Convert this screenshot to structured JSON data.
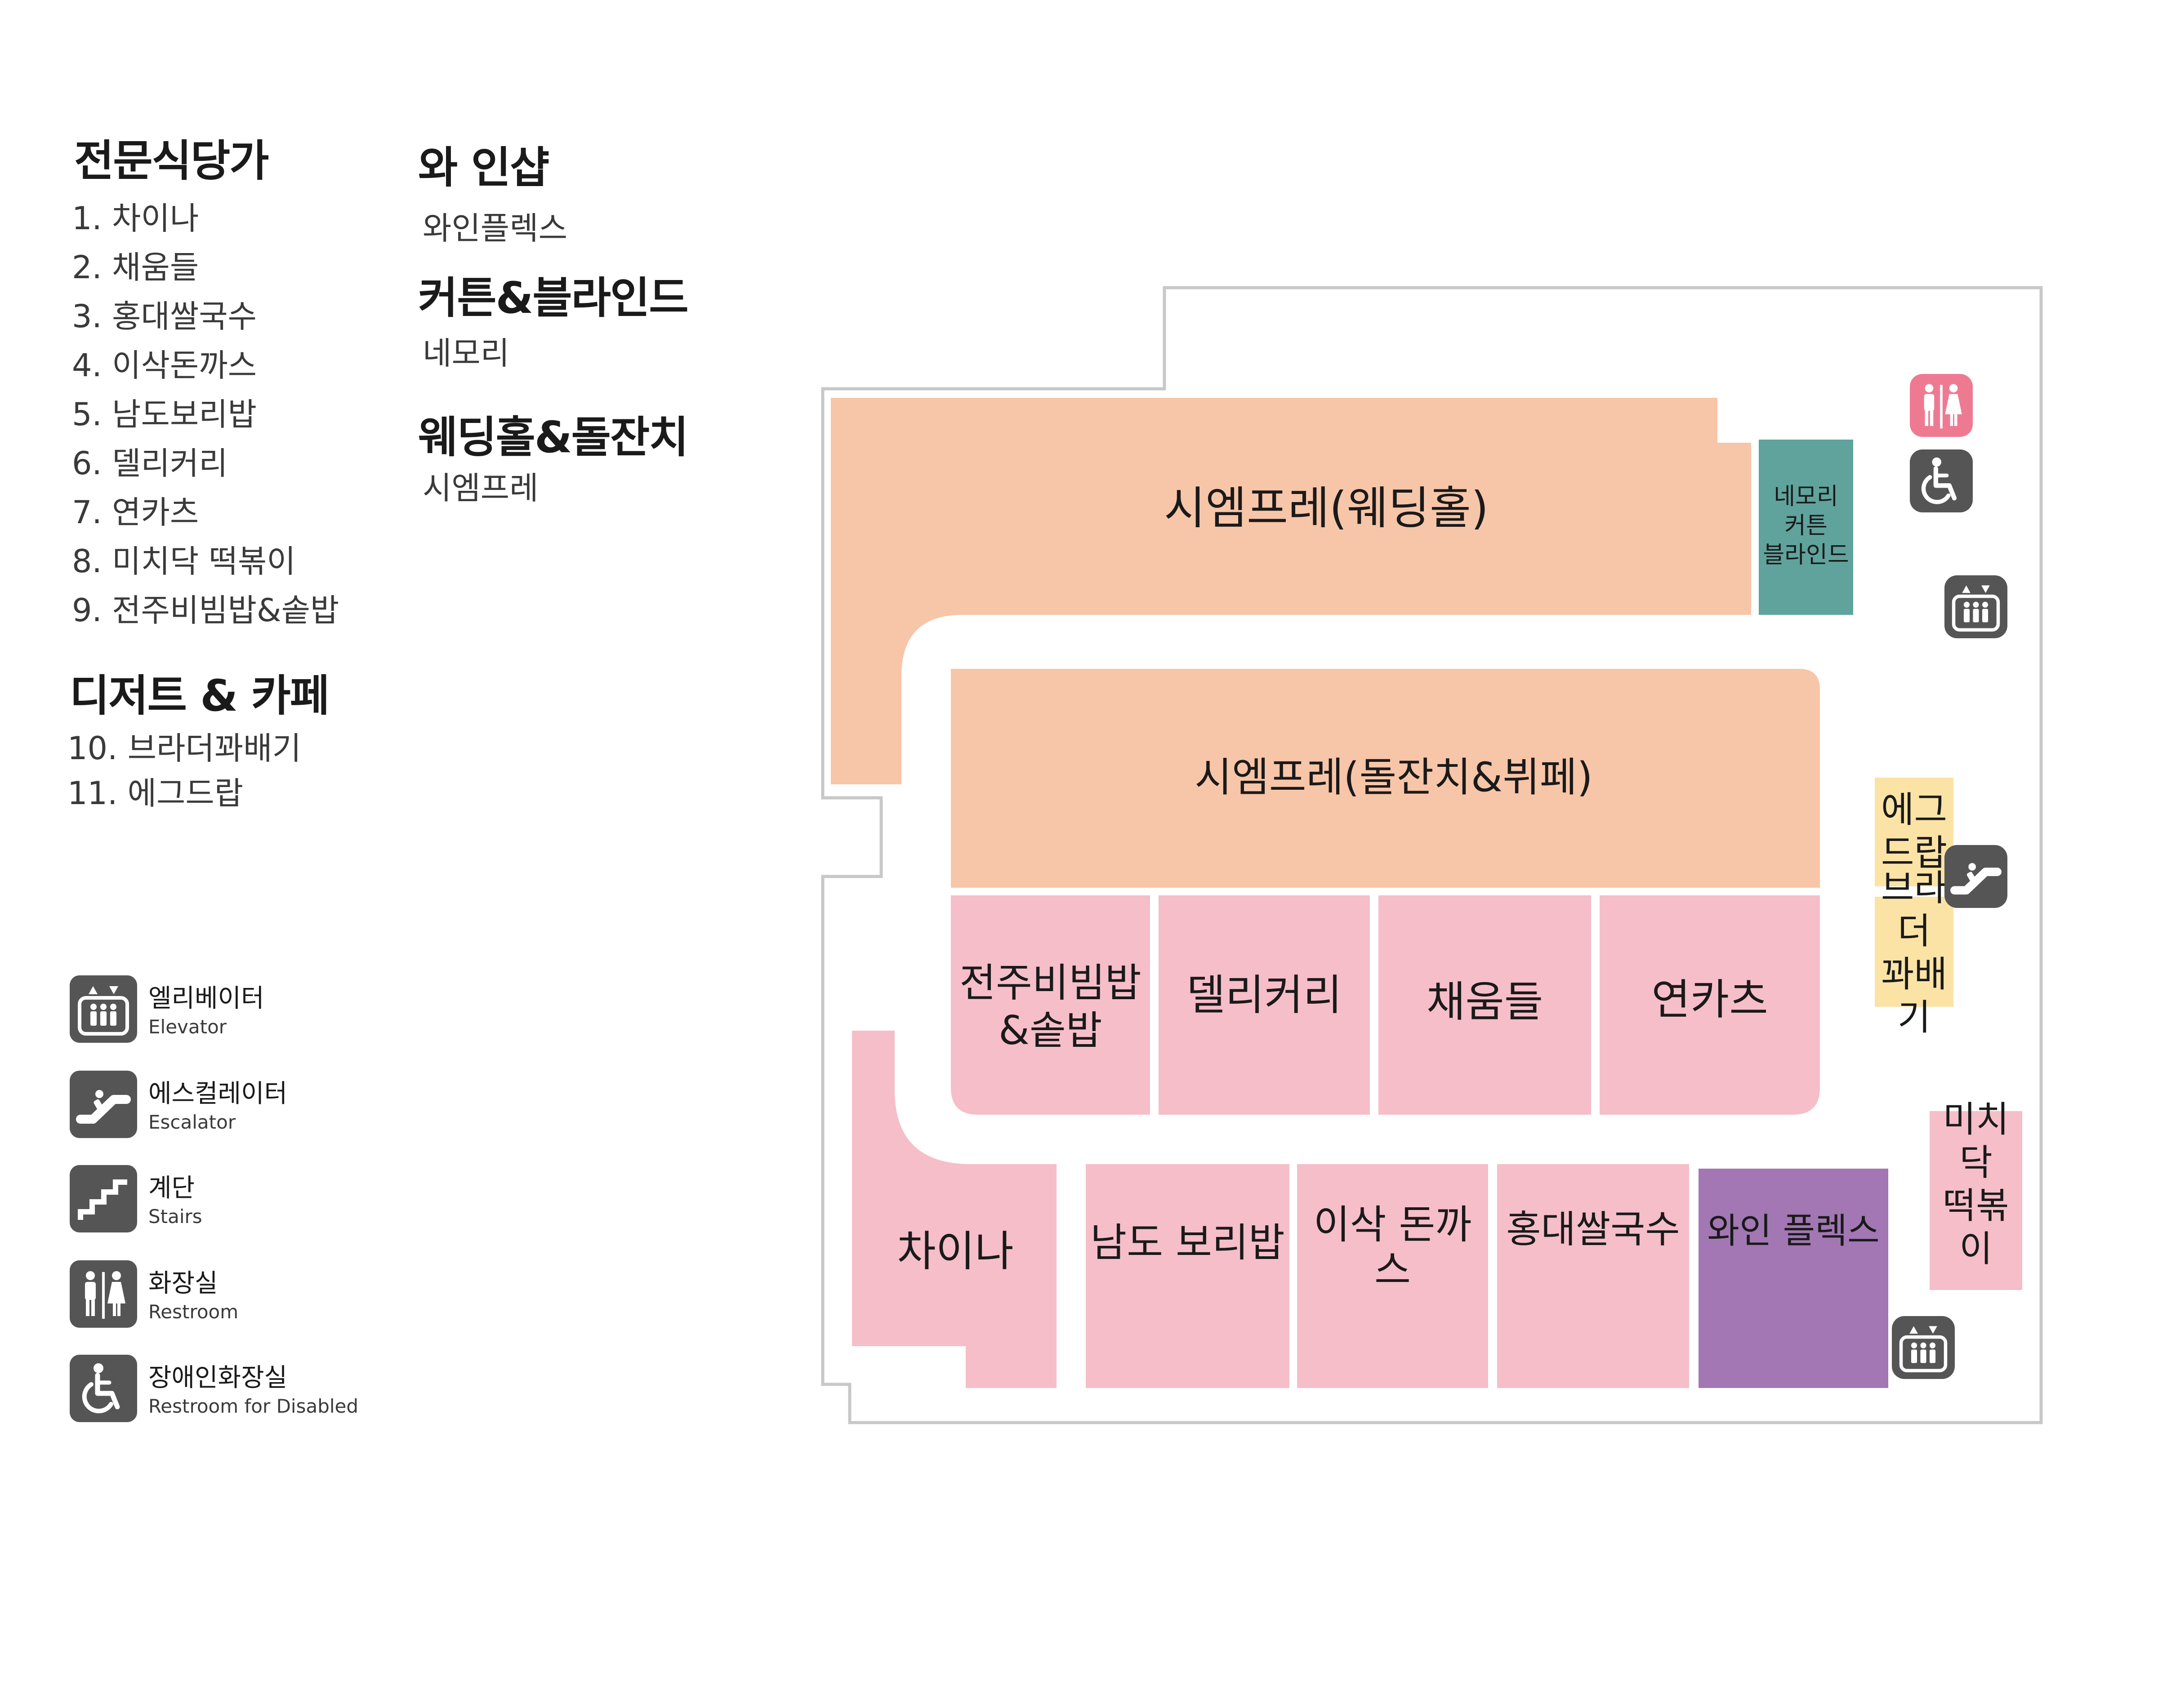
{
  "directory": {
    "restaurants": {
      "title": "전문식당가",
      "items": [
        "1. 차이나",
        "2. 채움들",
        "3. 홍대쌀국수",
        "4. 이삭돈까스",
        "5. 남도보리밥",
        "6. 델리커리",
        "7. 연카츠",
        "8. 미치닥 떡볶이",
        "9. 전주비빔밥&솥밥"
      ]
    },
    "dessert": {
      "title": "디저트 & 카페",
      "items": [
        "10. 브라더꽈배기",
        "11. 에그드랍"
      ]
    },
    "wine": {
      "title": "와 인샵",
      "sub": "와인플렉스"
    },
    "curtain": {
      "title": "커튼&블라인드",
      "sub": "네모리"
    },
    "wedding": {
      "title": "웨딩홀&돌잔치",
      "sub": "시엠프레"
    }
  },
  "legend": [
    {
      "icon": "elevator-icon",
      "ko": "엘리베이터",
      "en": "Elevator"
    },
    {
      "icon": "escalator-icon",
      "ko": "에스컬레이터",
      "en": "Escalator"
    },
    {
      "icon": "stairs-icon",
      "ko": "계단",
      "en": "Stairs"
    },
    {
      "icon": "restroom-icon",
      "ko": "화장실",
      "en": "Restroom"
    },
    {
      "icon": "accessible-restroom-icon",
      "ko": "장애인화장실",
      "en": "Restroom for Disabled"
    }
  ],
  "map": {
    "areas": {
      "wedding_hall": "시엠프레(웨딩홀)",
      "buffet": "시엠프레(돌잔치&뷔페)",
      "nemori": "네모리\n커튼\n블라인드",
      "jeonju": "전주비빔밥\n&솥밥",
      "deli": "델리커리",
      "chaeum": "채움들",
      "yeonkatsu": "연카츠",
      "china": "차이나",
      "namdo": "남도 보리밥",
      "isak": "이삭 돈까스",
      "hongdae": "홍대쌀국수",
      "wineplex": "와인 플렉스",
      "michidak": "미치닥\n떡볶이",
      "eggdrop": "에그\n드랍",
      "brother": "브라더\n꽈배기"
    },
    "colors": {
      "peach": "#F7C5A8",
      "pink": "#F5BEC8",
      "teal": "#5FA39C",
      "purple": "#A277B3",
      "yellow": "#FBE3A6",
      "outline": "#C8C8C8",
      "icon_gray": "#555555",
      "restroom_pink": "#EE7A92"
    }
  }
}
